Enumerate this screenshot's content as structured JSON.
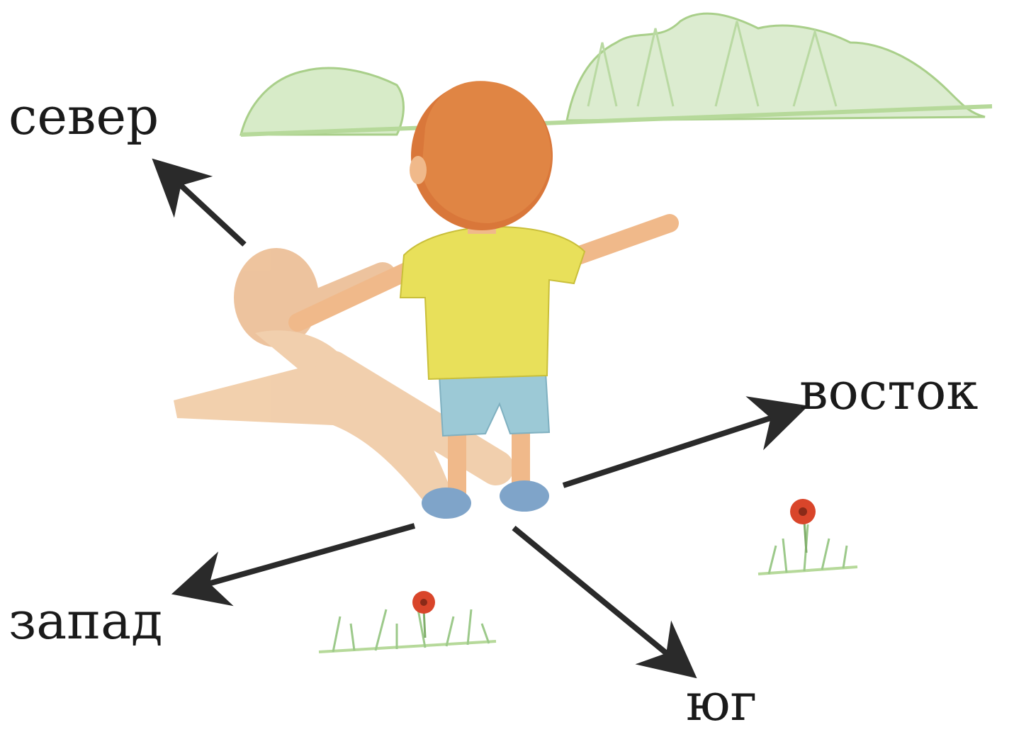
{
  "directions": {
    "north": "север",
    "east": "восток",
    "west": "запад",
    "south": "юг"
  },
  "colors": {
    "arrow": "#2a2a2a",
    "shirt": "#e8e05a",
    "hair": "#d9773a",
    "skin": "#f0b98a",
    "shorts": "#9cc9d6",
    "shadow": "#e8b07e",
    "trees": "#a9cf8a",
    "grass": "#b6d99a",
    "flower": "#d9452a"
  }
}
